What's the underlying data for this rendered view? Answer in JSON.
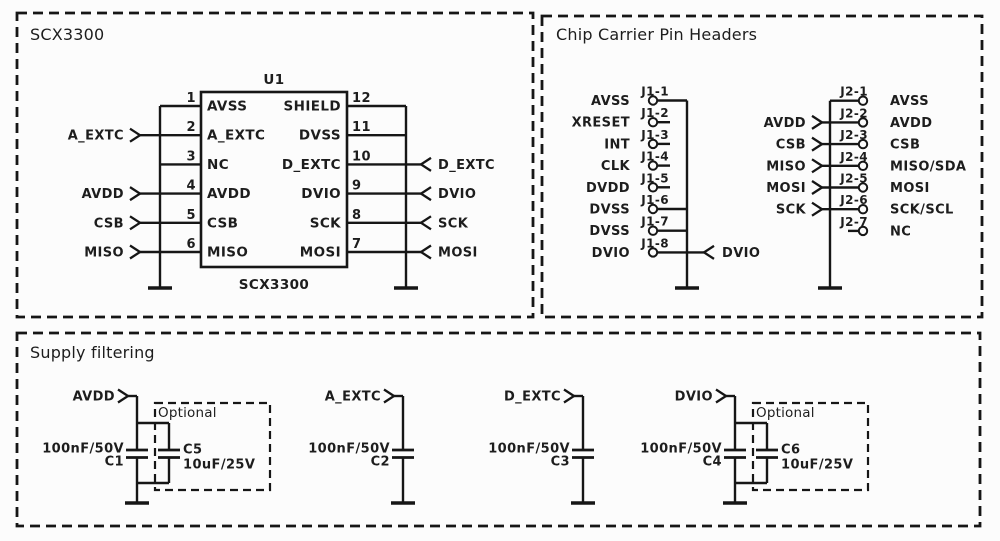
{
  "sections": {
    "scx3300": {
      "title": "SCX3300"
    },
    "headers": {
      "title": "Chip Carrier Pin Headers"
    },
    "supply": {
      "title": "Supply filtering"
    }
  },
  "chip": {
    "refdes": "U1",
    "part": "SCX3300",
    "left_pins": [
      {
        "num": "1",
        "name": "AVSS",
        "to_bus": true
      },
      {
        "num": "2",
        "name": "A_EXTC",
        "conn": "A_EXTC"
      },
      {
        "num": "3",
        "name": "NC",
        "to_bus": true
      },
      {
        "num": "4",
        "name": "AVDD",
        "conn": "AVDD"
      },
      {
        "num": "5",
        "name": "CSB",
        "conn": "CSB"
      },
      {
        "num": "6",
        "name": "MISO",
        "conn": "MISO"
      }
    ],
    "right_pins": [
      {
        "num": "12",
        "name": "SHIELD",
        "to_bus": true
      },
      {
        "num": "11",
        "name": "DVSS",
        "to_bus": true
      },
      {
        "num": "10",
        "name": "D_EXTC",
        "conn": "D_EXTC"
      },
      {
        "num": "9",
        "name": "DVIO",
        "conn": "DVIO"
      },
      {
        "num": "8",
        "name": "SCK",
        "conn": "SCK"
      },
      {
        "num": "7",
        "name": "MOSI",
        "conn": "MOSI"
      }
    ]
  },
  "j1": {
    "pins": [
      {
        "ref": "J1-1",
        "signal": "AVSS",
        "to_bus": true
      },
      {
        "ref": "J1-2",
        "signal": "XRESET"
      },
      {
        "ref": "J1-3",
        "signal": "INT"
      },
      {
        "ref": "J1-4",
        "signal": "CLK"
      },
      {
        "ref": "J1-5",
        "signal": "DVDD"
      },
      {
        "ref": "J1-6",
        "signal": "DVSS",
        "to_bus": true
      },
      {
        "ref": "J1-7",
        "signal": "DVSS",
        "to_bus": true
      },
      {
        "ref": "J1-8",
        "signal": "DVIO",
        "to_bus": true,
        "conn": "DVIO"
      }
    ]
  },
  "j2": {
    "pins": [
      {
        "ref": "J2-1",
        "signal": "AVSS",
        "to_bus": true
      },
      {
        "ref": "J2-2",
        "signal": "AVDD",
        "conn": "AVDD"
      },
      {
        "ref": "J2-3",
        "signal": "CSB",
        "conn": "CSB"
      },
      {
        "ref": "J2-4",
        "signal": "MISO/SDA",
        "conn": "MISO"
      },
      {
        "ref": "J2-5",
        "signal": "MOSI",
        "conn": "MOSI"
      },
      {
        "ref": "J2-6",
        "signal": "SCK/SCL",
        "conn": "SCK"
      },
      {
        "ref": "J2-7",
        "signal": "NC"
      }
    ]
  },
  "filters": [
    {
      "net": "AVDD",
      "cap": {
        "ref": "C1",
        "value": "100nF/50V"
      },
      "optional": {
        "label": "Optional",
        "ref": "C5",
        "value": "10uF/25V"
      }
    },
    {
      "net": "A_EXTC",
      "cap": {
        "ref": "C2",
        "value": "100nF/50V"
      }
    },
    {
      "net": "D_EXTC",
      "cap": {
        "ref": "C3",
        "value": "100nF/50V"
      }
    },
    {
      "net": "DVIO",
      "cap": {
        "ref": "C4",
        "value": "100nF/50V"
      },
      "optional": {
        "label": "Optional",
        "ref": "C6",
        "value": "10uF/25V"
      }
    }
  ],
  "colors": {
    "wire": "#161616",
    "text": "#1d1d1d",
    "background": "#fcfcfc"
  }
}
